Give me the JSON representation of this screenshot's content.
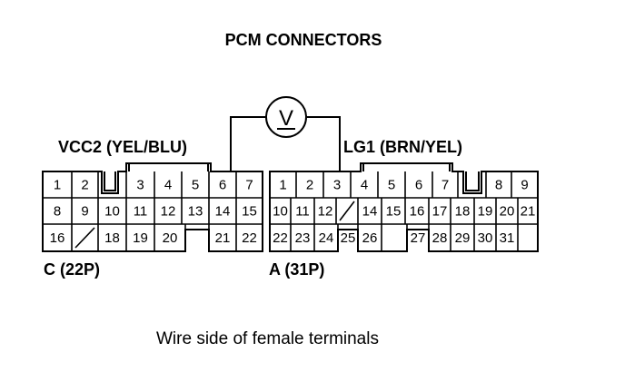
{
  "title": "PCM CONNECTORS",
  "probe_left_label": "VCC2 (YEL/BLU)",
  "probe_right_label": "LG1 (BRN/YEL)",
  "meter_symbol": "V",
  "caption": "Wire side of female terminals",
  "connector_c": {
    "label": "C (22P)",
    "rows": [
      [
        "1",
        "2",
        "",
        "3",
        "4",
        "5",
        "6",
        "7"
      ],
      [
        "8",
        "9",
        "10",
        "11",
        "12",
        "13",
        "14",
        "15"
      ],
      [
        "16",
        "",
        "18",
        "19",
        "20",
        "",
        "21",
        "22"
      ]
    ],
    "probe_pin": "6"
  },
  "connector_a": {
    "label": "A (31P)",
    "rows": [
      [
        "1",
        "2",
        "3",
        "4",
        "5",
        "6",
        "7",
        "",
        "8",
        "9"
      ],
      [
        "10",
        "11",
        "12",
        "",
        "14",
        "15",
        "16",
        "17",
        "18",
        "19",
        "20",
        "21"
      ],
      [
        "22",
        "23",
        "24",
        "25",
        "26",
        "",
        "27",
        "28",
        "29",
        "30",
        "31"
      ]
    ],
    "probe_pin": "3"
  }
}
